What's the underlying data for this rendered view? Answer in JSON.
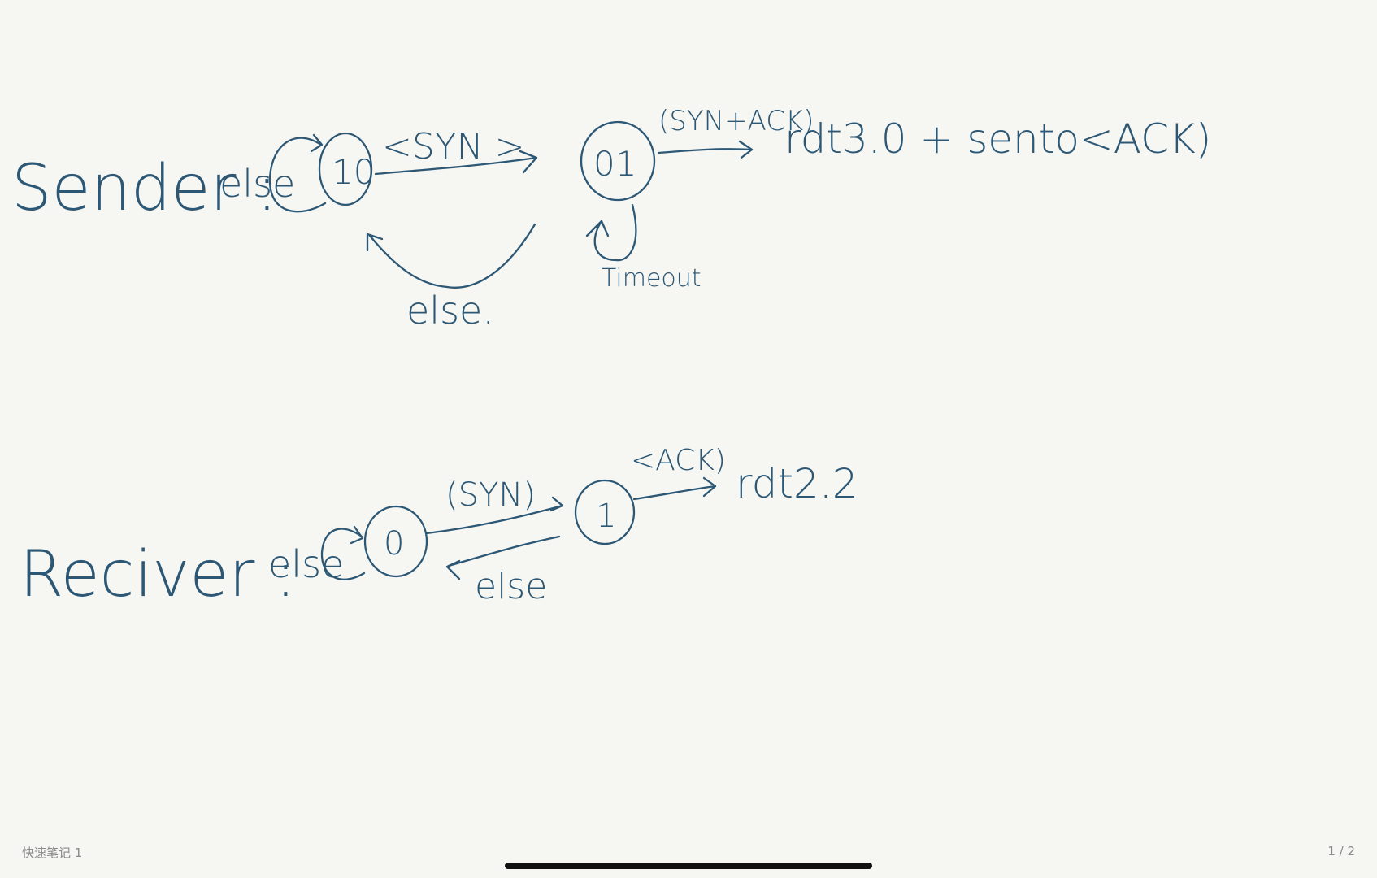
{
  "note": {
    "title": "快速笔记 1",
    "page_counter": "1 / 2"
  },
  "sender": {
    "label": "Sender :",
    "self_loop_label": "else",
    "state_a": "10",
    "state_b": "01",
    "transition_ab": "<SYN >",
    "transition_ba": "else.",
    "transition_out": "(SYN+ACK)",
    "action": "rdt3.0 + sento<ACK)",
    "timeout_loop": "Timeout"
  },
  "receiver": {
    "label": "Reciver :",
    "self_loop_label": "else",
    "state_a": "0",
    "state_b": "1",
    "transition_ab": "(SYN)",
    "transition_ba": "else",
    "transition_out": "<ACK)",
    "action": "rdt2.2"
  },
  "colors": {
    "ink": "#2d5875",
    "paper": "#f6f6f2"
  }
}
